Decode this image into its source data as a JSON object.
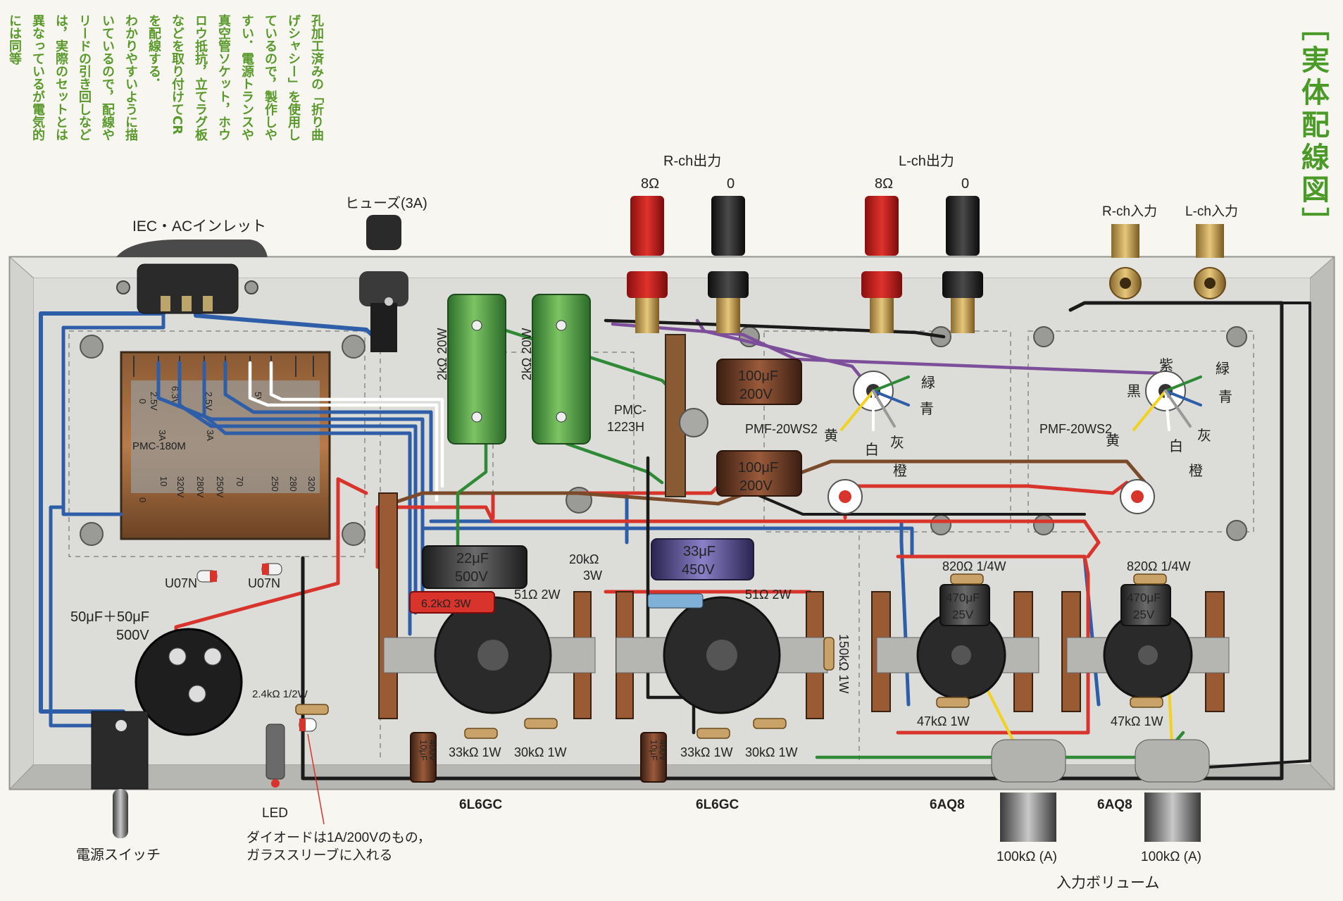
{
  "title": "［実体配線図］",
  "note_lines": [
    "孔加工済みの「折り曲",
    "げシャシー」を使用し",
    "ているので，製作しや",
    "すい．電源トランスや",
    "真空管ソケット，ホウ",
    "ロウ抵抗，立てラグ板",
    "などを取り付けてCR",
    "を配線する．",
    "わかりやすいように描",
    "いているので，配線や",
    "リードの引き回しなど",
    "は，実際のセットとは",
    "異なっているが電気的",
    "には同等"
  ],
  "labels": {
    "iec_inlet": "IEC・ACインレット",
    "fuse": "ヒューズ(3A)",
    "rch_out": "R-ch出力",
    "lch_out": "L-ch出力",
    "ohm8": "8Ω",
    "zero": "0",
    "rch_in": "R-ch入力",
    "lch_in": "L-ch入力",
    "power_switch": "電源スイッチ",
    "led": "LED",
    "diode_note_1": "ダイオードは1A/200Vのもの，",
    "diode_note_2": "ガラススリーブに入れる",
    "input_volume": "入力ボリューム",
    "tube_6l6gc": "6L6GC",
    "tube_6aq8": "6AQ8",
    "vol_100k": "100kΩ (A)",
    "trans_pmc180m": "PMC-180M",
    "choke_pmc": "PMC-",
    "choke_model": "1223H",
    "out_trans": "PMF-20WS2",
    "res_2k_20w": "2kΩ 20W",
    "cap_100uf": "100μF",
    "cap_200v": "200V",
    "cap_22uf": "22μF",
    "cap_500v": "500V",
    "cap_33uf": "33μF",
    "cap_450v": "450V",
    "cap_470uf": "470μF",
    "cap_25v": "25V",
    "cap_10uf": "10μF",
    "cap_400v": "400V",
    "cap_50_50": "50μF＋50μF",
    "cap_500v_b": "500V",
    "diode_u07n": "U07N",
    "res_62k_3w": "6.2kΩ 3W",
    "res_51_2w": "51Ω 2W",
    "res_20k": "20kΩ",
    "res_3w": "3W",
    "res_33k": "33kΩ 1W",
    "res_30k": "30kΩ 1W",
    "res_24k": "2.4kΩ 1/2W",
    "res_820": "820Ω 1/4W",
    "res_47k": "47kΩ 1W",
    "res_150k": "150kΩ 1W",
    "wire_green": "緑",
    "wire_blue": "青",
    "wire_yellow": "黄",
    "wire_white": "白",
    "wire_gray": "灰",
    "wire_purple": "紫",
    "wire_black": "黒",
    "wire_orange": "橙",
    "tap_0": "0",
    "tap_25v": "2.5V",
    "tap_63v": "6.3V",
    "tap_5v": "5V",
    "tap_3a": "3A",
    "tap_320v": "320V",
    "tap_280v": "280V",
    "tap_250v": "250V",
    "tap_70": "70",
    "tap_250": "250",
    "tap_280": "280",
    "tap_320": "320",
    "tap_10": "10"
  },
  "colors": {
    "chassis": "#d9d9d6",
    "chassis_edge": "#b9b9b5",
    "title_green": "#4a9a28",
    "wire_blue": "#2f5ea8",
    "wire_red": "#d8342c",
    "wire_green": "#2f8a35",
    "wire_brown": "#7a4a2a",
    "wire_purple": "#7d4f9a",
    "wire_black": "#1a1a1a",
    "wire_yellow": "#f2d21f"
  }
}
